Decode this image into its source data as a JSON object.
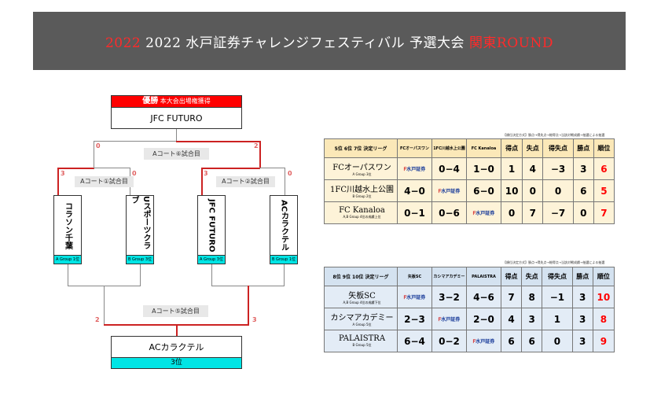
{
  "title": {
    "part1": "2022 水戸証券チャレンジフェスティバル 予選大会 ",
    "part2": "関東ROUND"
  },
  "bracket": {
    "champion_header": "優勝",
    "champion_sub": "本大会出場権獲得",
    "champion": "JFC FUTURO",
    "final_court": "Aコート⑥試合目",
    "semi1_court": "Aコート①試合目",
    "semi2_court": "Aコート②試合目",
    "third_court": "Aコート⑤試合目",
    "score_final_left": "0",
    "score_final_right": "2",
    "score_s1_left": "3",
    "score_s1_right": "0",
    "score_s2_left": "3",
    "score_s2_right": "0",
    "score_third_left": "2",
    "score_third_right": "3",
    "teams": [
      {
        "name": "コラソン千葉",
        "label": "A Group 1位"
      },
      {
        "name": "Uスポーツクラブ",
        "label": "B Group 3位"
      },
      {
        "name": "JFC FUTURO",
        "label": "A Group 3位"
      },
      {
        "name": "ACカラクテル",
        "label": "B Group 1位"
      }
    ],
    "third_place_team": "ACカラクテル",
    "third_place_label": "3位"
  },
  "league1": {
    "note": "【順位決定方式】勝点→得失点→総得点→当該対戦成績→抽選による抽選",
    "title": "5位 6位 7位 決定リーグ",
    "columns": [
      "FCオーパスワン",
      "1FC川越水上公園",
      "FC Kanaloa",
      "得点",
      "失点",
      "得失点",
      "勝点",
      "順位"
    ],
    "self_label": "水戸証券",
    "rows": [
      {
        "team": "FCオーパスワン",
        "sub": "A Group 3位",
        "r1": "",
        "r2": "0−4",
        "r3": "1−0",
        "gf": "1",
        "ga": "4",
        "gd": "−3",
        "pts": "3",
        "rank": "6"
      },
      {
        "team": "1FC川越水上公園",
        "sub": "B Group 2位",
        "r1": "4−0",
        "r2": "",
        "r3": "6−0",
        "gf": "10",
        "ga": "0",
        "gd": "0",
        "pts": "6",
        "rank": "5"
      },
      {
        "team": "FC Kanaloa",
        "sub": "A,B Group 4位の成績上位",
        "r1": "0−1",
        "r2": "0−6",
        "r3": "",
        "gf": "0",
        "ga": "7",
        "gd": "−7",
        "pts": "0",
        "rank": "7"
      }
    ]
  },
  "league2": {
    "note": "【順位決定方式】勝点→得失点→総得点→当該対戦成績→抽選による抽選",
    "title": "8位 9位 10位 決定リーグ",
    "columns": [
      "矢板SC",
      "カシマアカデミー",
      "PALAISTRA",
      "得点",
      "失点",
      "得失点",
      "勝点",
      "順位"
    ],
    "self_label": "水戸証券",
    "rows": [
      {
        "team": "矢板SC",
        "sub": "A,B Group 4位の成績下位",
        "r1": "",
        "r2": "3−2",
        "r3": "4−6",
        "gf": "7",
        "ga": "8",
        "gd": "−1",
        "pts": "3",
        "rank": "10"
      },
      {
        "team": "カシマアカデミー",
        "sub": "A Group 5位",
        "r1": "2−3",
        "r2": "",
        "r3": "2−0",
        "gf": "4",
        "ga": "3",
        "gd": "1",
        "pts": "3",
        "rank": "8"
      },
      {
        "team": "PALAISTRA",
        "sub": "B Group 5位",
        "r1": "6−4",
        "r2": "0−2",
        "r3": "",
        "gf": "6",
        "ga": "6",
        "gd": "0",
        "pts": "3",
        "rank": "9"
      }
    ]
  },
  "colors": {
    "banner": "#5a5a5a",
    "winner_line": "#cc2222",
    "cyan": "#00e5e5",
    "header_yellow": "#fbe8b8",
    "header_blue": "#d4e2f0",
    "row_blue": "#e3ecf6",
    "row_yellow": "#fdf3d8"
  }
}
